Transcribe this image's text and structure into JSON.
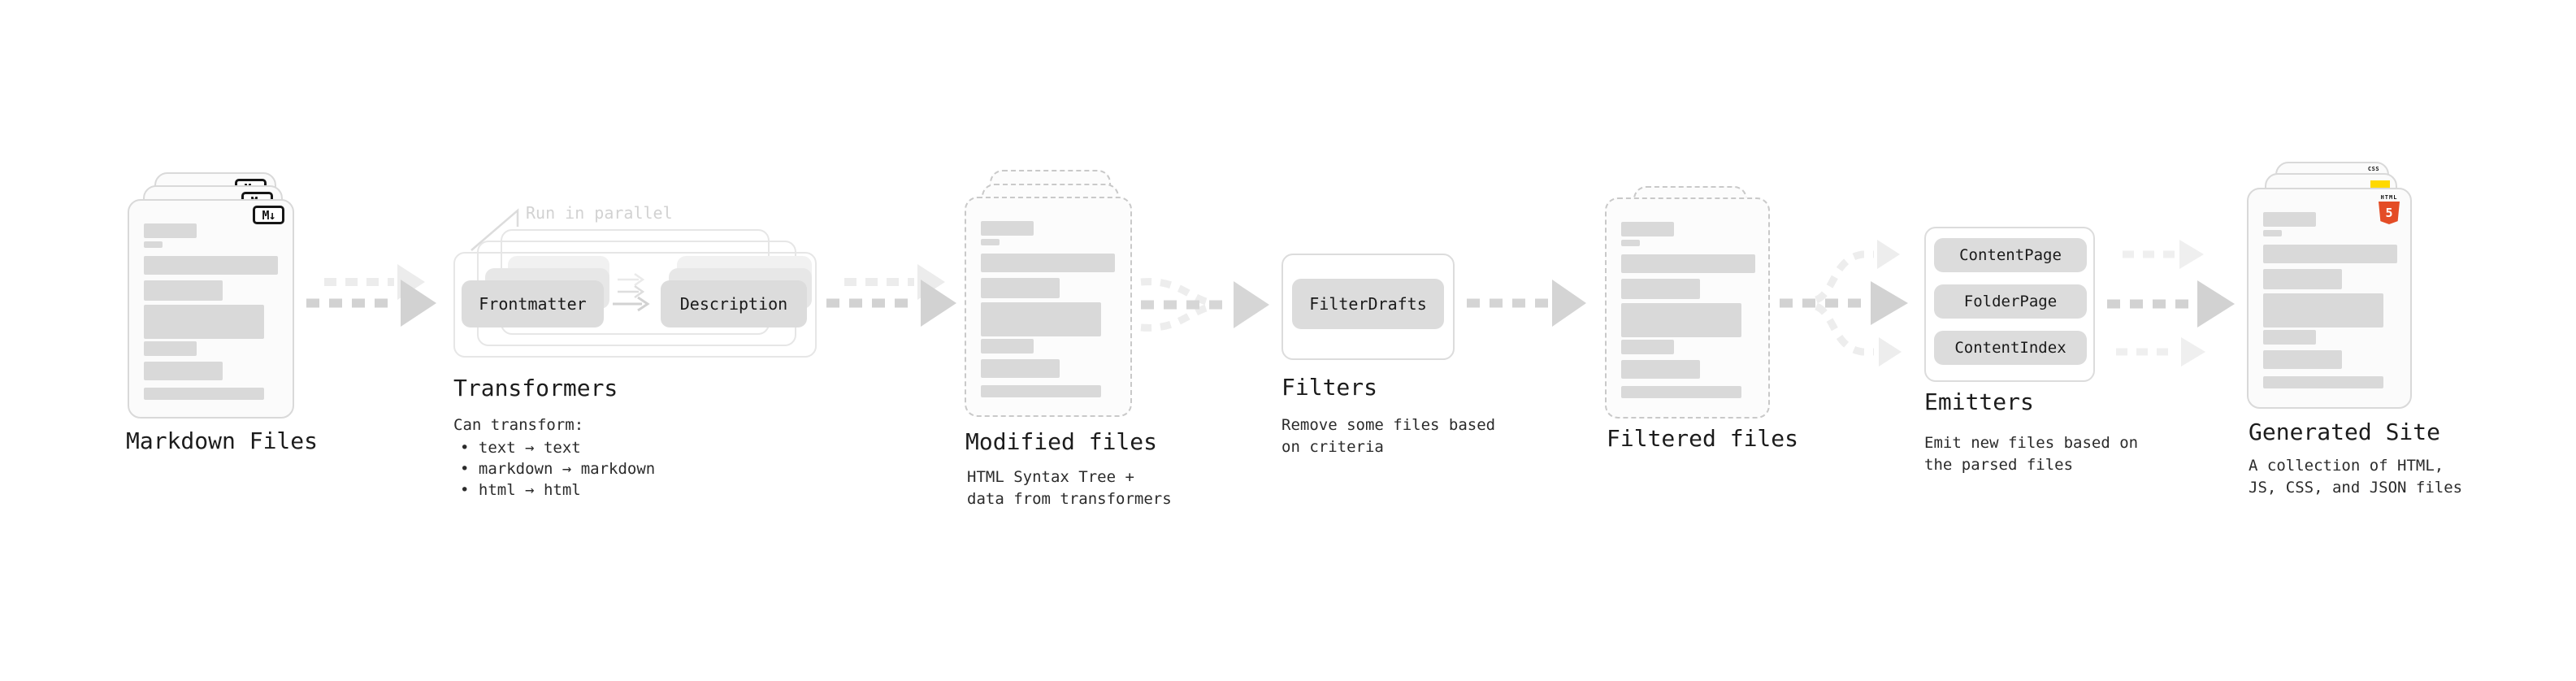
{
  "stages": {
    "markdown": {
      "label": "Markdown Files"
    },
    "transformers": {
      "label": "Transformers",
      "annotation": "Run in parallel",
      "desc_heading": "Can transform:",
      "bullets": [
        "• text → text",
        "• markdown → markdown",
        "• html → html"
      ],
      "input_box": "Frontmatter",
      "output_box": "Description"
    },
    "modified": {
      "label": "Modified files",
      "desc": "HTML Syntax Tree +\ndata from transformers"
    },
    "filters": {
      "label": "Filters",
      "desc": "Remove some files based\non criteria",
      "filter_box": "FilterDrafts"
    },
    "filtered": {
      "label": "Filtered files"
    },
    "emitters": {
      "label": "Emitters",
      "desc": "Emit new files based on\nthe parsed files",
      "emitter_boxes": [
        "ContentPage",
        "FolderPage",
        "ContentIndex"
      ]
    },
    "site": {
      "label": "Generated Site",
      "desc": "A collection of HTML,\nJS, CSS, and JSON files"
    }
  },
  "icons": {
    "markdown_badge": "M↓",
    "html5_badge_top": "HTML",
    "html5_badge_number": "5",
    "css_badge": "CSS"
  },
  "colors": {
    "html5_orange": "#e44d26",
    "js_yellow": "#ffd900",
    "css_blue": "#2864f0",
    "arrow_gray": "#d2d2d2",
    "ghost_gray": "#ededed"
  }
}
